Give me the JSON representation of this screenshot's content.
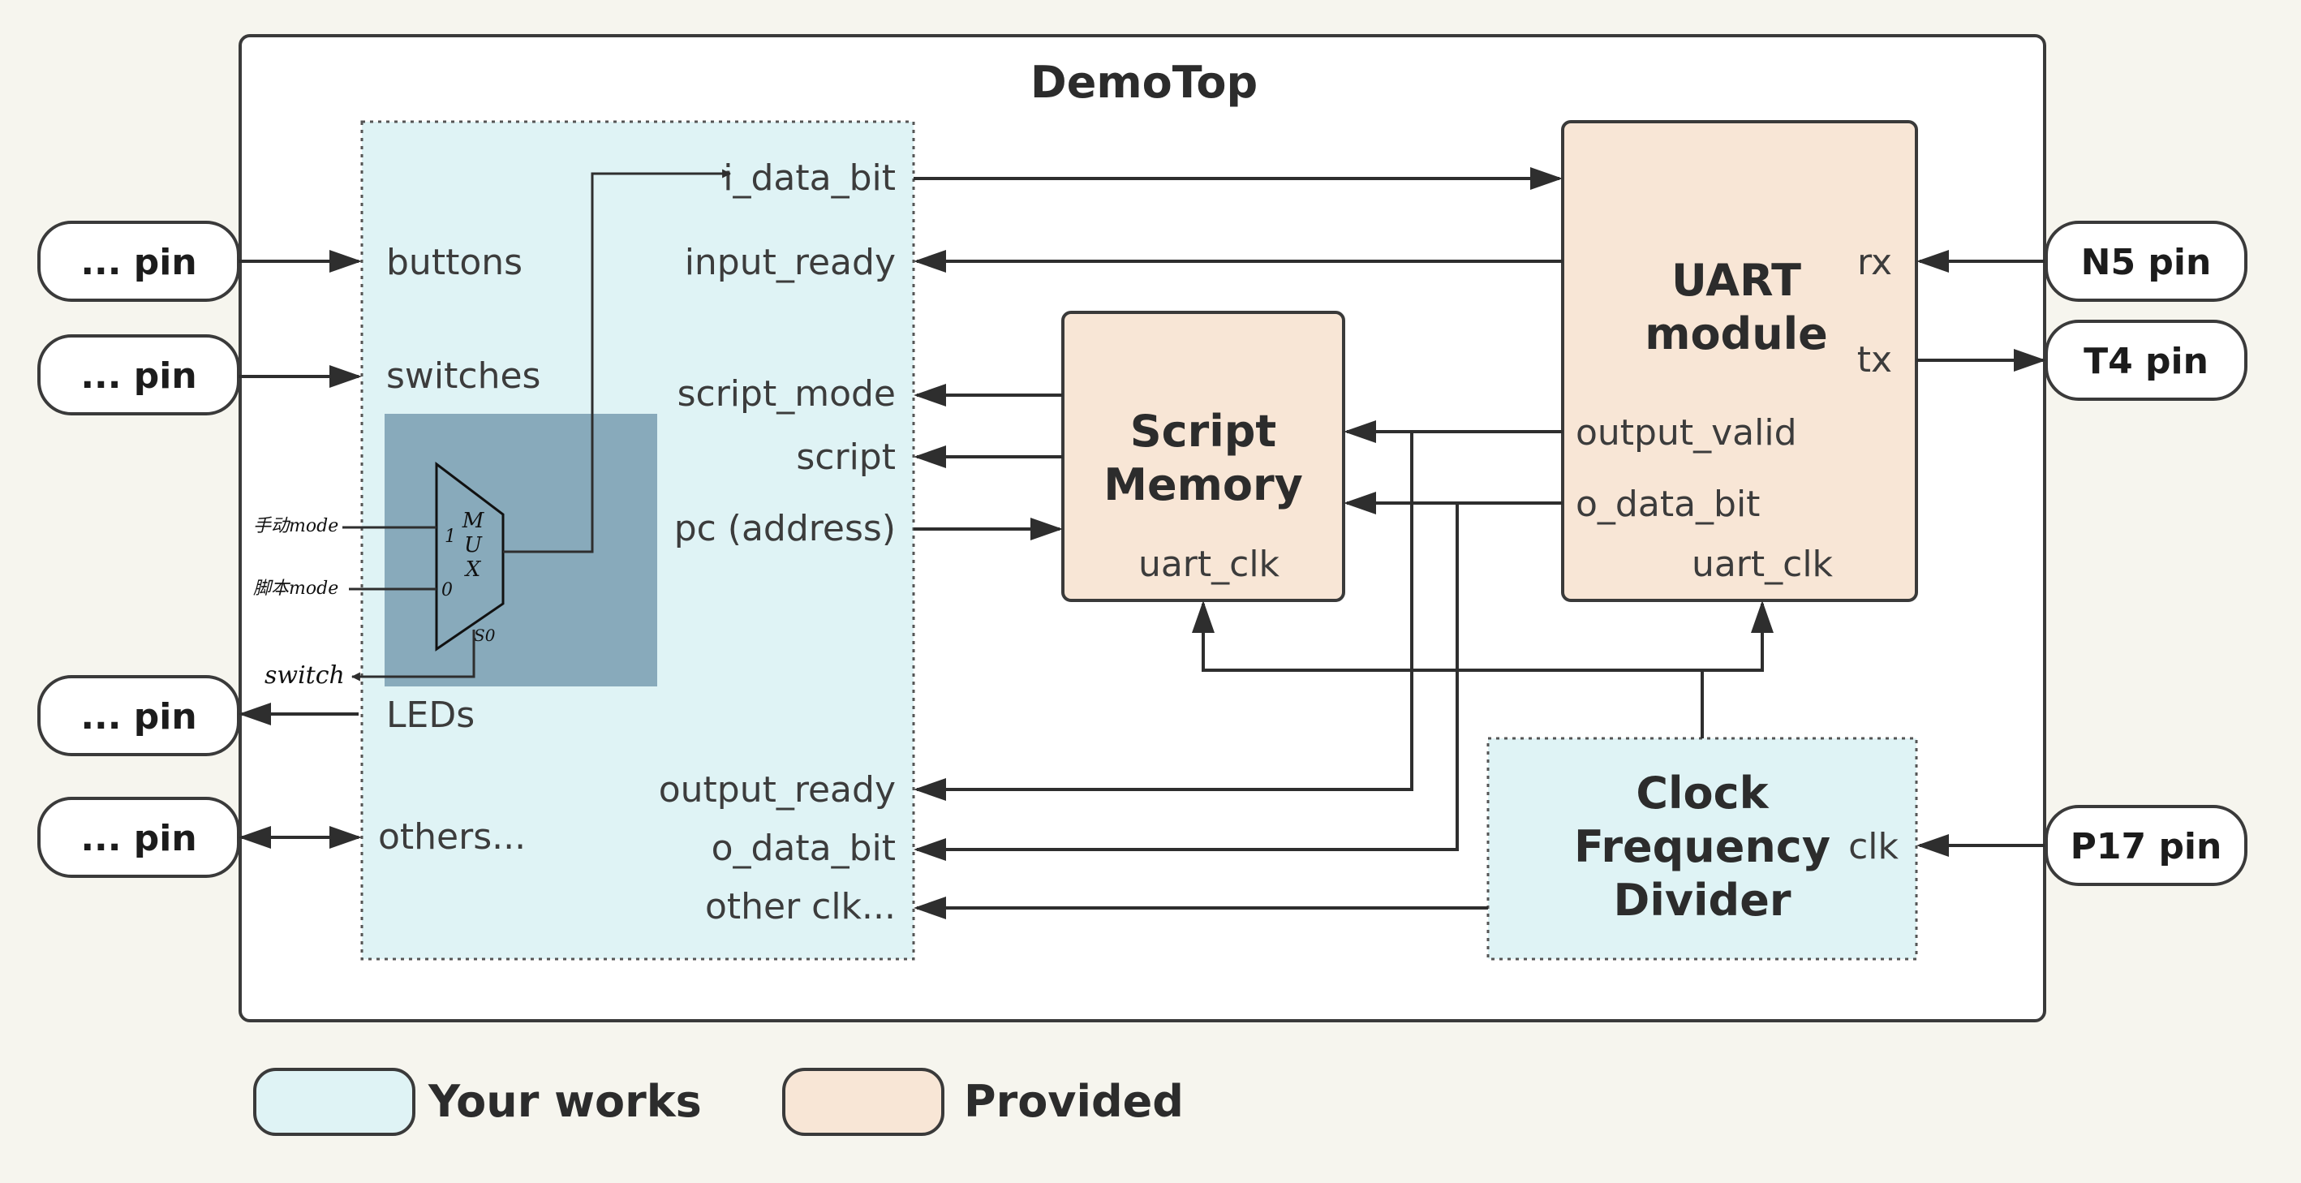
{
  "title": "DemoTop",
  "left_pins": [
    "... pin",
    "... pin",
    "... pin",
    "... pin"
  ],
  "right_pins": {
    "rx_pin": "N5 pin",
    "tx_pin": "T4 pin",
    "clk_pin": "P17 pin"
  },
  "user_module": {
    "left_ports": {
      "buttons": "buttons",
      "switches": "switches",
      "leds": "LEDs",
      "others": "others..."
    },
    "right_ports": {
      "i_data_bit": "i_data_bit",
      "input_ready": "input_ready",
      "script_mode": "script_mode",
      "script": "script",
      "pc": "pc (address)",
      "output_ready": "output_ready",
      "o_data_bit": "o_data_bit",
      "other_clk": "other clk..."
    }
  },
  "mux": {
    "label_letters": [
      "M",
      "U",
      "X"
    ],
    "input_1": "1",
    "input_0": "0",
    "select": "S0",
    "input_1_name": "手动mode",
    "input_0_name": "脚本mode",
    "select_name": "switch"
  },
  "script_memory": {
    "title_line1": "Script",
    "title_line2": "Memory",
    "port_clk": "uart_clk"
  },
  "uart": {
    "title_line1": "UART",
    "title_line2": "module",
    "port_rx": "rx",
    "port_tx": "tx",
    "port_output_valid": "output_valid",
    "port_o_data_bit": "o_data_bit",
    "port_clk": "uart_clk"
  },
  "clock_divider": {
    "title_line1": "Clock",
    "title_line2": "Frequency",
    "title_line3": "Divider",
    "port_clk": "clk"
  },
  "legend": {
    "your_works": "Your works",
    "provided": "Provided"
  },
  "colors": {
    "background": "#f6f5ee",
    "user_fill": "#dff3f5",
    "provided_fill": "#f8e6d6",
    "mux_overlay": "#88aabb",
    "line": "#2e2e2e"
  }
}
